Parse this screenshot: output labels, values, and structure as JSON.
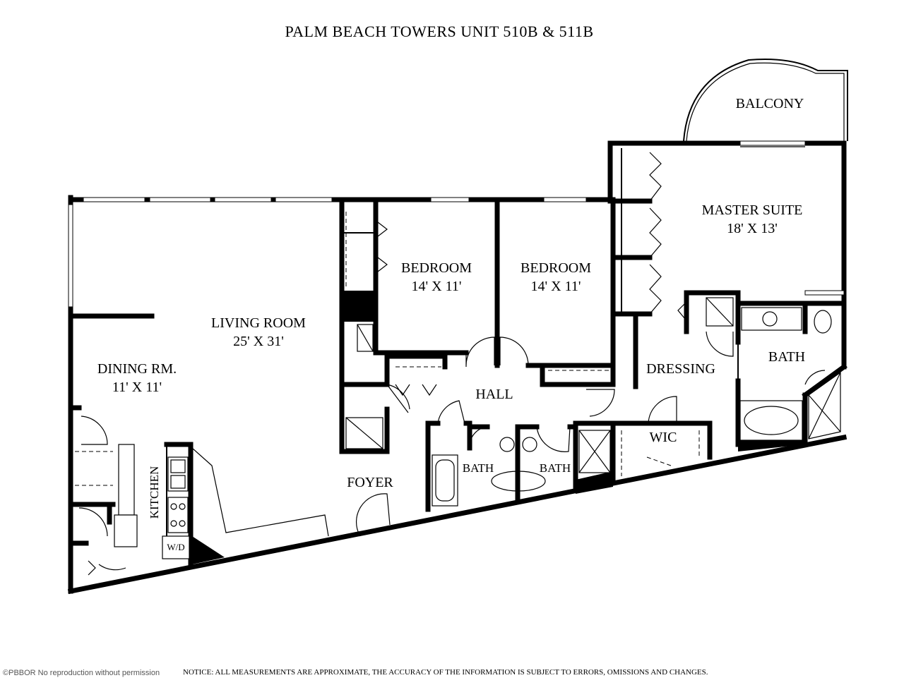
{
  "title": "PALM BEACH TOWERS UNIT 510B & 511B",
  "rooms": {
    "balcony": {
      "name": "BALCONY"
    },
    "master_suite": {
      "name": "MASTER SUITE",
      "size": "18' X 13'"
    },
    "bedroom_1": {
      "name": "BEDROOM",
      "size": "14' X 11'"
    },
    "bedroom_2": {
      "name": "BEDROOM",
      "size": "14' X 11'"
    },
    "living_room": {
      "name": "LIVING ROOM",
      "size": "25' X 31'"
    },
    "dining_room": {
      "name": "DINING RM.",
      "size": "11' X 11'"
    },
    "hall": {
      "name": "HALL"
    },
    "dressing": {
      "name": "DRESSING"
    },
    "master_bath": {
      "name": "BATH"
    },
    "wic": {
      "name": "WIC"
    },
    "bath_1": {
      "name": "BATH"
    },
    "bath_2": {
      "name": "BATH"
    },
    "foyer": {
      "name": "FOYER"
    },
    "kitchen": {
      "name": "KITCHEN"
    },
    "wd": {
      "name": "W/D"
    }
  },
  "footer": {
    "copyright": "©PBBOR No reproduction without permission",
    "notice": "NOTICE: ALL MEASUREMENTS ARE APPROXIMATE, THE ACCURACY OF THE INFORMATION IS SUBJECT TO ERRORS, OMISSIONS AND CHANGES."
  }
}
